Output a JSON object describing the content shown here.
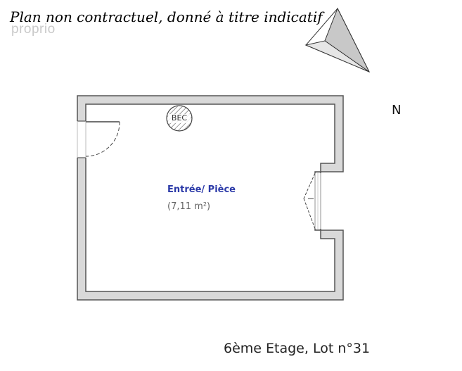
{
  "disclaimer": "Plan non contractuel, donné à titre indicatif",
  "watermark": "proprio",
  "north_label": "N",
  "room": {
    "name": "Entrée/ Pièce",
    "area": "(7,11 m²)"
  },
  "fixture_label": "BEC",
  "floor_label": "6ème Etage, Lot n°31",
  "colors": {
    "wall_fill": "#d9d9d9",
    "wall_stroke": "#555555",
    "room_label": "#2b3aa8",
    "compass_fill": "#c8c8c8"
  }
}
